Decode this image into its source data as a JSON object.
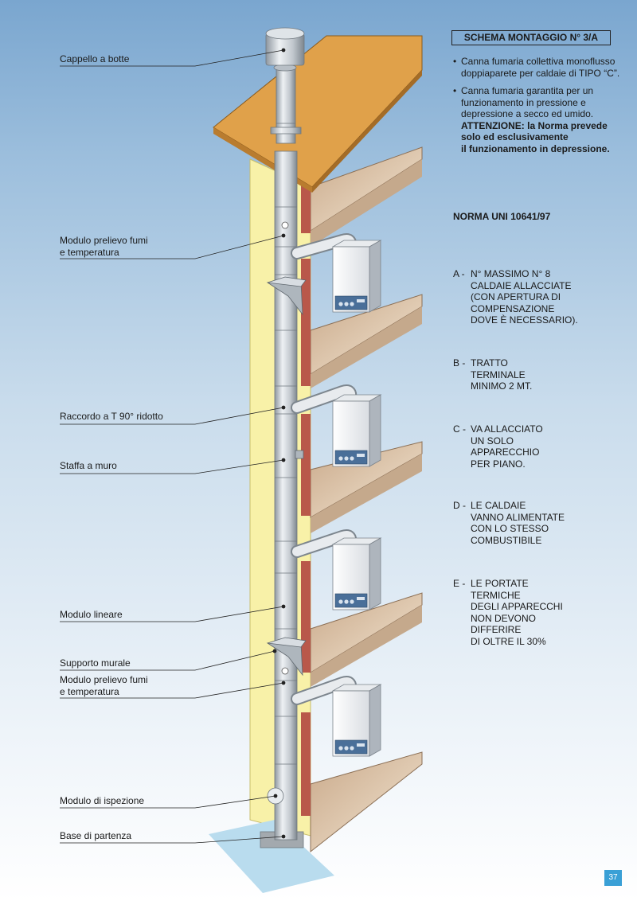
{
  "callouts": [
    "Cappello a botte",
    "Modulo prelievo fumi\ne temperatura",
    "Raccordo a T 90° ridotto",
    "Staffa a muro",
    "Modulo lineare",
    "Supporto murale",
    "Modulo prelievo fumi\ne temperatura",
    "Modulo di ispezione",
    "Base di partenza"
  ],
  "title": "SCHEMA MONTAGGIO N° 3/A",
  "bullets": [
    {
      "text": "Canna fumaria collettiva monoflusso doppiaparete per caldaie di TIPO “C”.",
      "strong": ""
    },
    {
      "text": "Canna fumaria garantita per un funzionamento in pressione e depressione a secco ed umido.",
      "strong": "ATTENZIONE: la Norma prevede\nsolo ed esclusivamente\nil funzionamento in depressione."
    }
  ],
  "norma": "NORMA UNI 10641/97",
  "notes": [
    {
      "letter": "A -",
      "text": "N° MASSIMO N° 8\nCALDAIE ALLACCIATE\n(CON APERTURA DI\nCOMPENSAZIONE\nDOVE È NECESSARIO)."
    },
    {
      "letter": "B -",
      "text": "TRATTO\nTERMINALE\nMINIMO 2 MT."
    },
    {
      "letter": "C -",
      "text": "VA ALLACCIATO\nUN SOLO\nAPPARECCHIO\nPER PIANO."
    },
    {
      "letter": "D -",
      "text": "LE CALDAIE\nVANNO ALIMENTATE\nCON LO STESSO\nCOMBUSTIBILE"
    },
    {
      "letter": "E -",
      "text": "LE PORTATE\nTERMICHE\nDEGLI APPARECCHI\nNON DEVONO\nDIFFERIRE\nDI OLTRE IL 30%"
    }
  ],
  "page_number": "37",
  "colors": {
    "roof": "#e0a14a",
    "wall": "#f8f1a8",
    "floor_slab": "#e9d6b9",
    "pipe": "#c9cfd6",
    "boiler_panel": "#4a6f99",
    "page_badge": "#3aa0d6"
  }
}
